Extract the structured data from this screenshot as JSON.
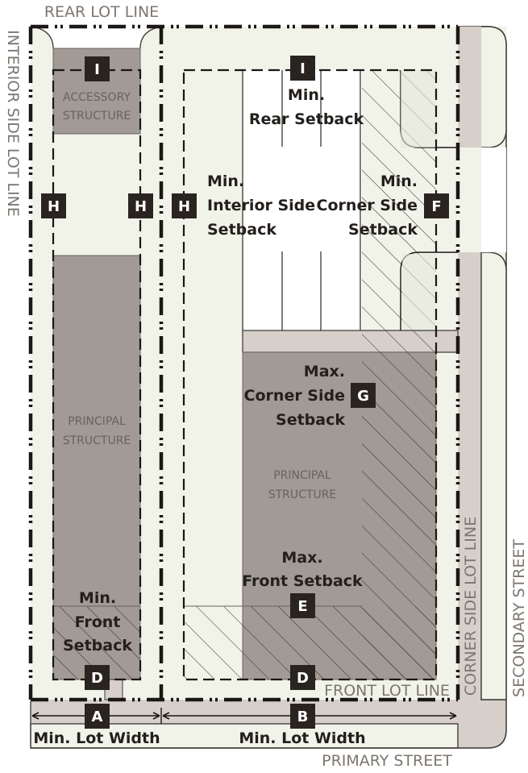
{
  "diagram": {
    "title": "Corner lot setback diagram",
    "colors": {
      "lot_fill": "#f1f3e9",
      "building_fill": "#a29a94",
      "street_fill": "#d6cfca",
      "badge_fill": "#2a2420",
      "badge_text": "#ffffff",
      "line": "#1a1714",
      "edge_labels": "#7d7670"
    },
    "edge_labels": {
      "rear_lot_line": "REAR LOT LINE",
      "interior_side_lot_line": "INTERIOR SIDE LOT LINE",
      "corner_side_lot_line": "CORNER SIDE LOT LINE",
      "front_lot_line": "FRONT LOT LINE",
      "secondary_street": "SECONDARY STREET",
      "primary_street": "PRIMARY STREET"
    },
    "structures": {
      "accessory_line1": "ACCESSORY",
      "accessory_line2": "STRUCTURE",
      "principal_line1": "PRINCIPAL",
      "principal_line2": "STRUCTURE"
    },
    "badges": {
      "A": "A",
      "B": "B",
      "D": "D",
      "E": "E",
      "F": "F",
      "G": "G",
      "H": "H",
      "I": "I"
    },
    "callouts": {
      "min_rear_setback": [
        "Min.",
        "Rear Setback"
      ],
      "min_interior_side_setback": [
        "Min.",
        "Interior Side",
        "Setback"
      ],
      "min_corner_side_setback": [
        "Min.",
        "Corner Side",
        "Setback"
      ],
      "max_corner_side_setback": [
        "Max.",
        "Corner Side",
        "Setback"
      ],
      "max_front_setback": [
        "Max.",
        "Front Setback"
      ],
      "min_front_setback": [
        "Min.",
        "Front",
        "Setback"
      ],
      "min_lot_width_left": "Min. Lot Width",
      "min_lot_width_right": "Min. Lot Width"
    }
  }
}
